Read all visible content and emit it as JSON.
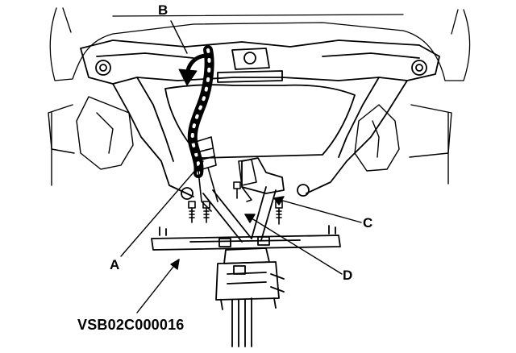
{
  "callouts": {
    "a": "A",
    "b": "B",
    "c": "C",
    "d": "D"
  },
  "figure_code": "VSB02C000016",
  "colors": {
    "ink": "#000000",
    "background": "#ffffff"
  }
}
